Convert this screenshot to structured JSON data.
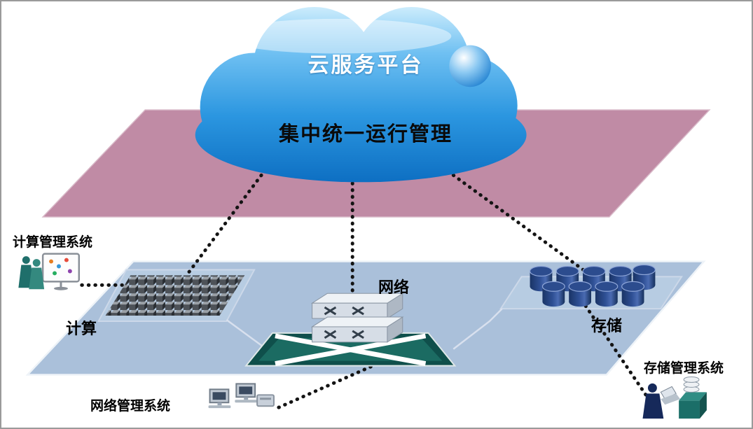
{
  "diagram": {
    "cloud": {
      "title": "云服务平台",
      "subtitle": "集中统一运行管理"
    },
    "zones": {
      "compute": "计算",
      "network": "网络",
      "storage": "存储"
    },
    "managers": {
      "compute": "计算管理系统",
      "network": "网络管理系统",
      "storage": "存储管理系统"
    },
    "icons": {
      "cloud": "cloud-shape",
      "compute": "server-cube-array-icon",
      "network": "switch-stack-icon",
      "network_platform": "crossbar-platform-icon",
      "storage": "database-cylinders-icon",
      "compute_manager": "people-at-display-icon",
      "network_manager": "workstations-icon",
      "storage_manager": "operator-with-disks-icon"
    },
    "colors": {
      "cloud_top": "#bfe6fb",
      "cloud_bottom": "#0b6cc0",
      "pink_plane": "#c08ba5",
      "blue_plane": "#aac0da",
      "platform_teal": "#0f4f4b",
      "cylinder_navy": "#24437f",
      "dotted_line": "#141414"
    }
  }
}
